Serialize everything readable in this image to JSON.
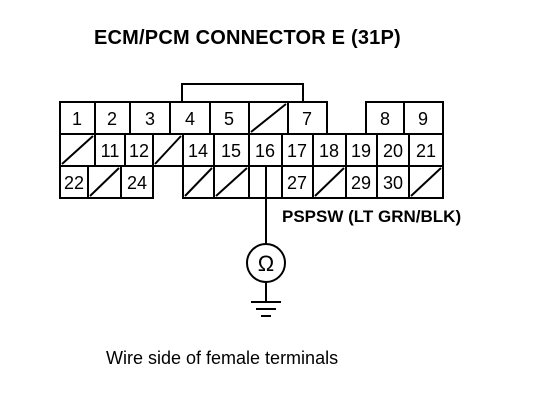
{
  "title": "ECM/PCM CONNECTOR E (31P)",
  "wire_label": "PSPSW (LT GRN/BLK)",
  "meter_symbol": "Ω",
  "caption": "Wire side of female terminals",
  "pins": {
    "p1": "1",
    "p2": "2",
    "p3": "3",
    "p4": "4",
    "p5": "5",
    "p7": "7",
    "p8": "8",
    "p9": "9",
    "p11": "11",
    "p12": "12",
    "p14": "14",
    "p15": "15",
    "p16": "16",
    "p17": "17",
    "p18": "18",
    "p19": "19",
    "p20": "20",
    "p21": "21",
    "p22": "22",
    "p24": "24",
    "p27": "27",
    "p29": "29",
    "p30": "30"
  }
}
